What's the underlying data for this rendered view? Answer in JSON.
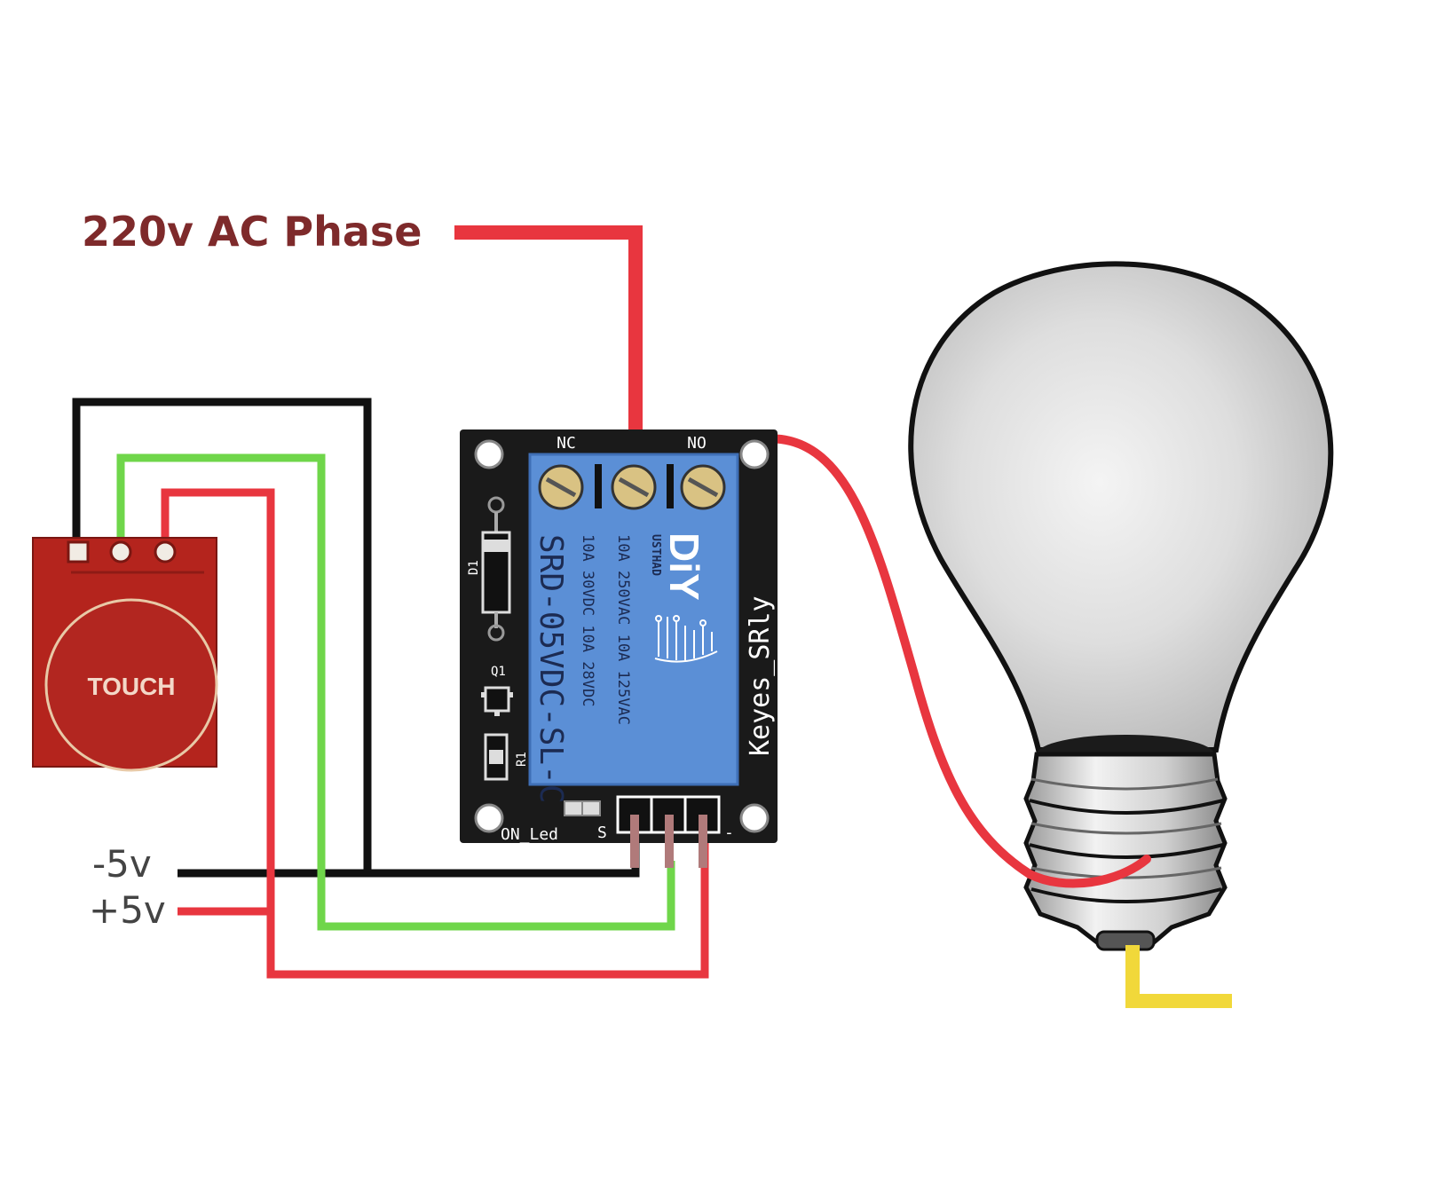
{
  "labels": {
    "phase": "220v AC Phase",
    "neg": "-5v",
    "pos": "+5v"
  },
  "touch_module": {
    "label": "TOUCH"
  },
  "relay_module": {
    "nc": "NC",
    "no": "NO",
    "brand_main": "DiY",
    "brand_sub": "USTHAD",
    "spec1": "10A 250VAC  10A 125VAC",
    "spec2": "10A  30VDC  10A  28VDC",
    "model": "SRD-05VDC-SL-C",
    "board_name": "Keyes_SRly",
    "d1": "D1",
    "q1": "Q1",
    "r1": "R1",
    "on_led": "ON_Led",
    "pin_s": "S",
    "pin_minus": "-"
  },
  "colors": {
    "wire_red": "#e8363f",
    "wire_green": "#6fd64a",
    "wire_black": "#111111",
    "wire_yellow": "#f1d83a",
    "touch_pcb": "#b4241d",
    "relay_blue": "#5b8fd6",
    "pcb_black": "#1a1a1a"
  }
}
